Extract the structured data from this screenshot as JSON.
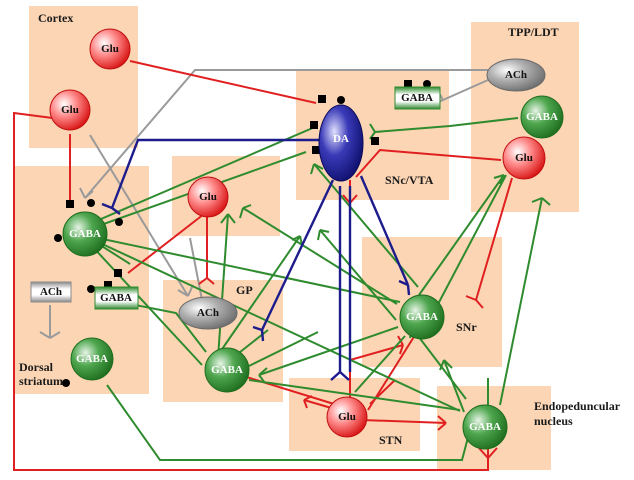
{
  "regions": {
    "cortex": "Cortex",
    "tpp_ldt": "TPP/LDT",
    "snc_vta": "SNc/VTA",
    "gp": "GP",
    "snr": "SNr",
    "dorsal_striatum_line1": "Dorsal",
    "dorsal_striatum_line2": "striatum",
    "stn": "STN",
    "endopeduncular_line1": "Endopeduncular",
    "endopeduncular_line2": "nucleus"
  },
  "nodes": {
    "glu_cortex_top": "Glu",
    "glu_cortex_left": "Glu",
    "ach_tpp": "ACh",
    "gaba_tpp_box": "GABA",
    "gaba_tpp": "GABA",
    "da": "DA",
    "glu_tpp": "Glu",
    "gaba_striatum_main": "GABA",
    "glu_gp_top": "Glu",
    "ach_striatum_box": "ACh",
    "gaba_striatum_box": "GABA",
    "ach_gp": "ACh",
    "gaba_snr": "GABA",
    "gaba_striatum_lower": "GABA",
    "gaba_gp": "GABA",
    "glu_stn": "Glu",
    "gaba_ep": "GABA"
  },
  "colors": {
    "region_fill": "#fcd5b4",
    "excitatory": "#e02020",
    "inhibitory": "#2e8b2e",
    "dopamine": "#1c1c8c",
    "cholinergic": "#999999",
    "glu_fill": "#e52828",
    "gaba_fill": "#2f8a2f",
    "ach_fill": "#8c8c8c",
    "da_fill": "#1f1f9a"
  }
}
